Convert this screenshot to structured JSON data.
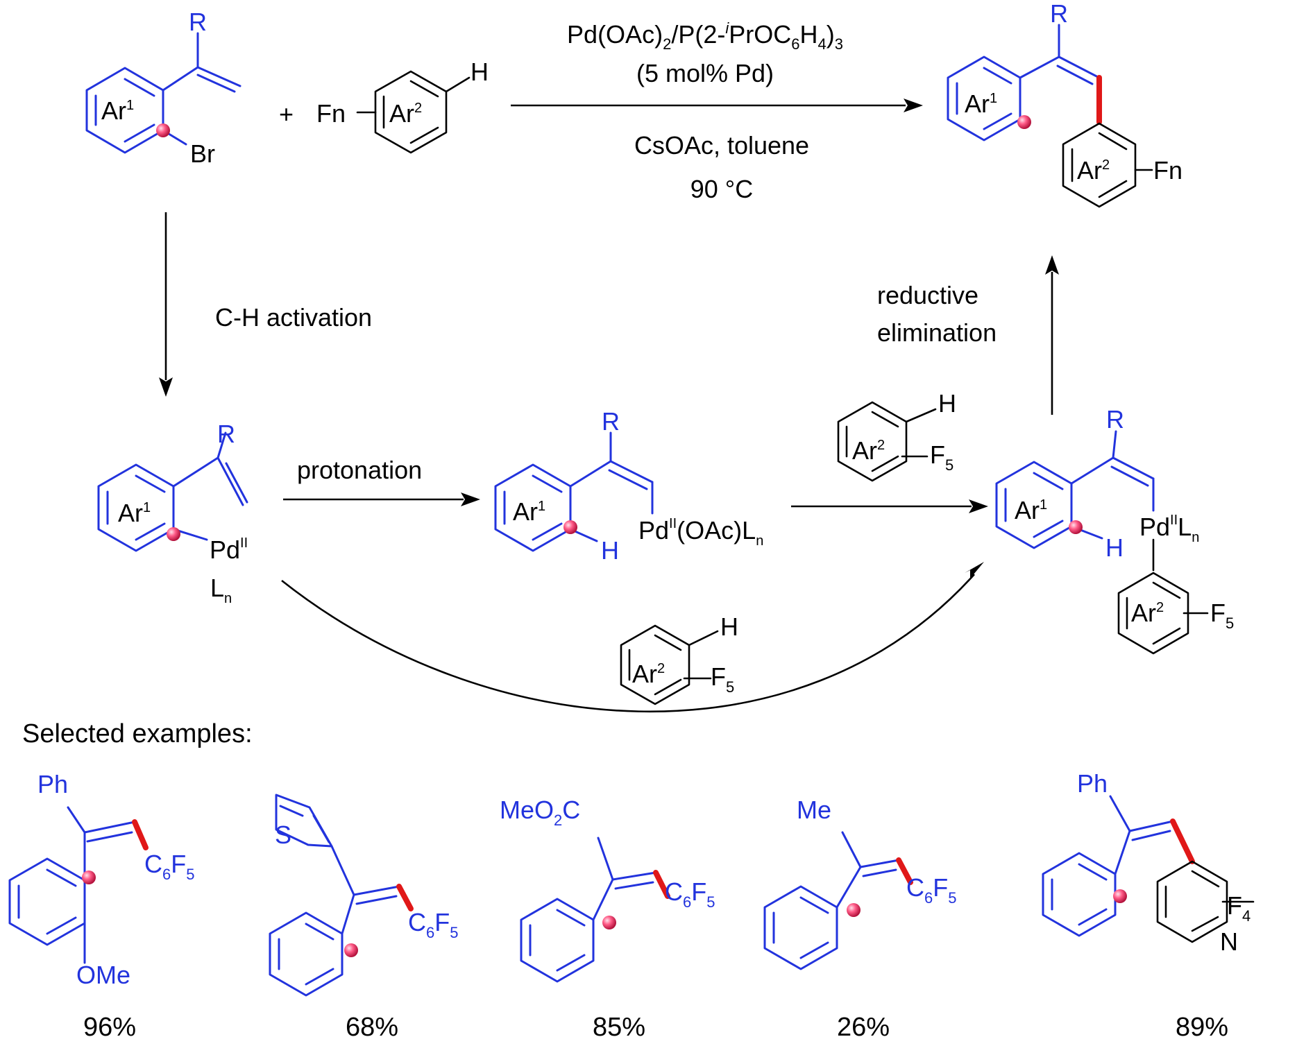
{
  "reagents": {
    "line1": "Pd(OAc)",
    "line1_sub2": "2",
    "line1_b": "/P(2-",
    "line1_i": "i",
    "line1_c": "PrOC",
    "line1_sub6": "6",
    "line1_d": "H",
    "line1_sub4": "4",
    "line1_e": ")",
    "line1_sub3": "3",
    "line2": "(5 mol% Pd)",
    "line3": "CsOAc, toluene",
    "line4": "90 °C"
  },
  "labels": {
    "ch_activation": "C-H activation",
    "protonation": "protonation",
    "reductive": "reductive",
    "elimination": "elimination",
    "selected_examples": "Selected examples:",
    "plus": "+"
  },
  "atoms": {
    "R": "R",
    "Ar": "Ar",
    "one": "1",
    "two": "2",
    "Br": "Br",
    "Fn": "Fn",
    "H": "H",
    "F": "F",
    "five": "5",
    "Pd": "Pd",
    "II": "II",
    "L": "L",
    "n": "n",
    "OAcL": "(OAc)L",
    "Ph": "Ph",
    "OMe": "OMe",
    "S": "S",
    "MeO": "MeO",
    "C": "C",
    "Me": "Me",
    "six": "6",
    "four": "4",
    "N": "N"
  },
  "yields": [
    "96%",
    "68%",
    "85%",
    "26%",
    "89%"
  ]
}
